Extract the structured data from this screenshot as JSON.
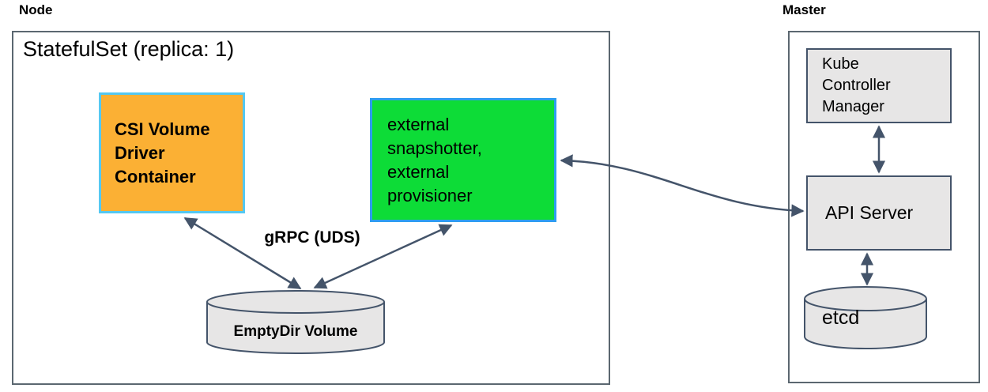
{
  "node_section": {
    "title": "Node",
    "statefulset_title": "StatefulSet (replica: 1)",
    "csi_driver_label": "CSI Volume\nDriver\nContainer",
    "sidecar_label": "external\nsnapshotter,\nexternal\nprovisioner",
    "grpc_label": "gRPC (UDS)",
    "emptydir_label": "EmptyDir Volume"
  },
  "master_section": {
    "title": "Master",
    "kube_controller_manager_label": "Kube\nController\nManager",
    "api_server_label": "API Server",
    "etcd_label": "etcd"
  },
  "colors": {
    "csi_box_fill": "#fbb034",
    "csi_box_border": "#54c8f2",
    "sidecar_box_fill": "#0ddc37",
    "sidecar_box_border": "#2e9df0",
    "gray_box_fill": "#e7e6e6",
    "gray_box_border": "#44546a",
    "outer_box_border": "#5b6770",
    "arrow_color": "#44546a"
  }
}
